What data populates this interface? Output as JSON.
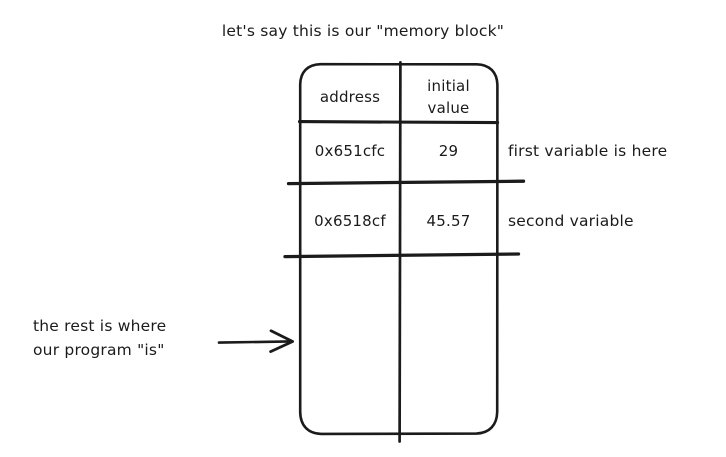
{
  "diagram": {
    "title": "let's say this is our \"memory block\"",
    "table": {
      "headers": {
        "address": "address",
        "value_line1": "initial",
        "value_line2": "value"
      },
      "rows": [
        {
          "address": "0x651cfc",
          "value": "29"
        },
        {
          "address": "0x6518cf",
          "value": "45.57"
        },
        {
          "address": "",
          "value": ""
        }
      ]
    },
    "annotations": {
      "first_variable": "first variable is here",
      "second_variable": "second variable",
      "rest_line1": "the rest is where",
      "rest_line2": "our program \"is\""
    },
    "icons": {
      "arrow": "right-arrow-icon"
    },
    "colors": {
      "ink": "#1b1b1b",
      "background": "#ffffff"
    }
  }
}
